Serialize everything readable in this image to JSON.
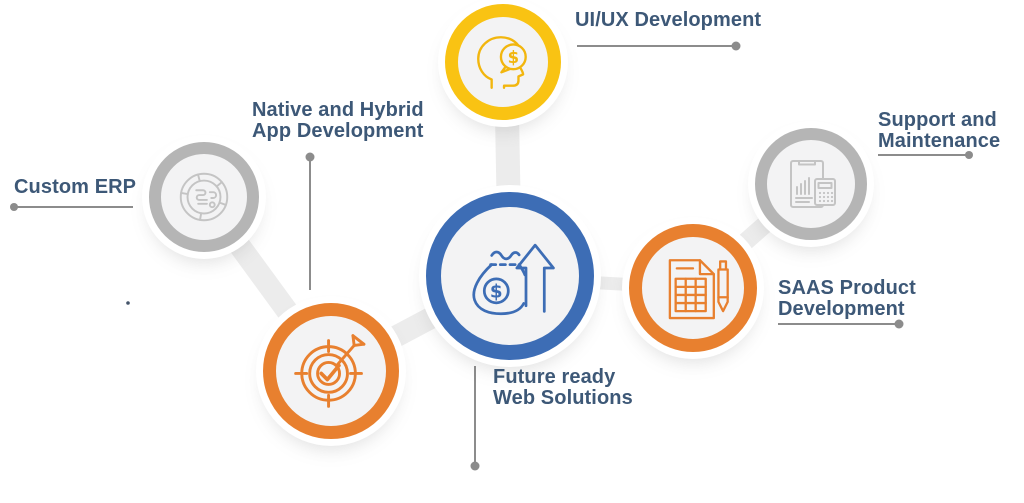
{
  "diagram": {
    "type": "software-services-infographic",
    "background": "#ffffff",
    "colors": {
      "label_text": "#3d5877",
      "connector": "#ececec",
      "leader_line": "#8c8c8c",
      "yellow_ring": "#f9c313",
      "blue_ring": "#3d6db5",
      "orange_ring": "#e8802f",
      "gray_ring": "#b5b5b5",
      "node_fill": "#f3f3f4",
      "gray_icon_stroke": "#c4c4c4"
    },
    "services": [
      {
        "id": "custom-erp",
        "line1": "Custom ERP",
        "line2": ""
      },
      {
        "id": "native-hybrid-app-development",
        "line1": "Native and Hybrid",
        "line2": "App Development"
      },
      {
        "id": "uiux-development",
        "line1": "UI/UX Development",
        "line2": ""
      },
      {
        "id": "future-ready-web-solutions",
        "line1": "Future ready",
        "line2": "Web Solutions"
      },
      {
        "id": "saas-product-development",
        "line1": "SAAS Product",
        "line2": "Development"
      },
      {
        "id": "support-and-maintenance",
        "line1": "Support and",
        "line2": "Maintenance"
      }
    ],
    "glyphs": {
      "dollar": "$"
    }
  }
}
